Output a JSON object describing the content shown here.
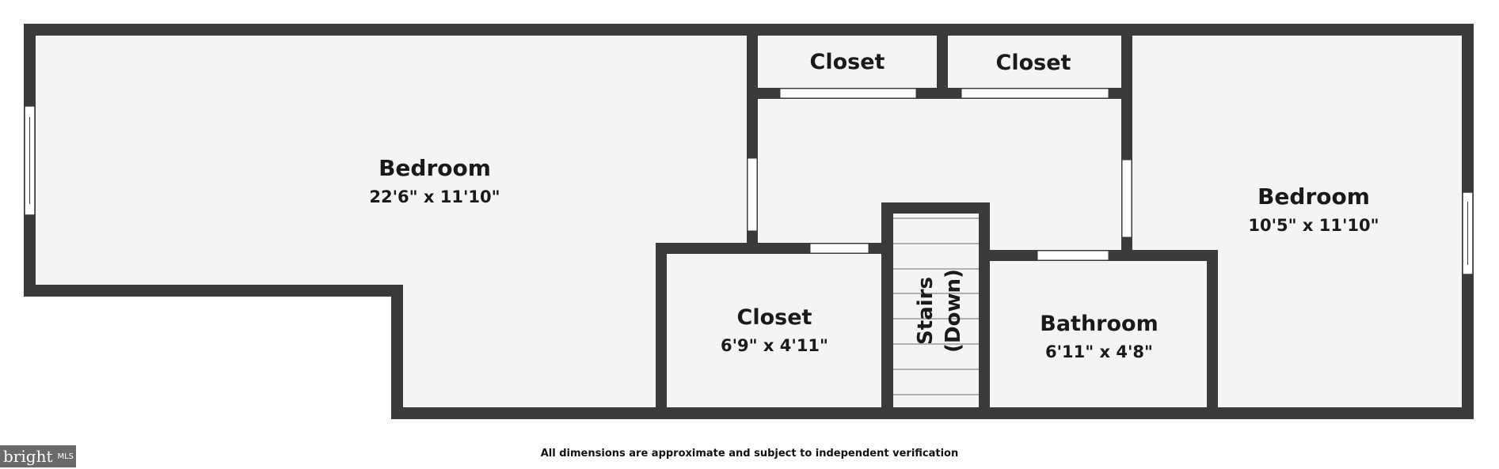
{
  "rooms": {
    "bedroom_left": {
      "name": "Bedroom",
      "dims": "22'6\" x 11'10\""
    },
    "closet_top_left": {
      "name": "Closet"
    },
    "closet_top_right": {
      "name": "Closet"
    },
    "bedroom_right": {
      "name": "Bedroom",
      "dims": "10'5\" x 11'10\""
    },
    "closet_bottom": {
      "name": "Closet",
      "dims": "6'9\" x 4'11\""
    },
    "stairs": {
      "name": "Stairs",
      "sub": "(Down)"
    },
    "bathroom": {
      "name": "Bathroom",
      "dims": "6'11\" x 4'8\""
    }
  },
  "footer": {
    "disclaimer": "All dimensions are approximate and subject to independent verification",
    "logo_text": "bright",
    "logo_sub": "MLS"
  },
  "colors": {
    "wall": "#3a3a3a",
    "floor": "#f4f4f4",
    "door": "#ffffff"
  }
}
